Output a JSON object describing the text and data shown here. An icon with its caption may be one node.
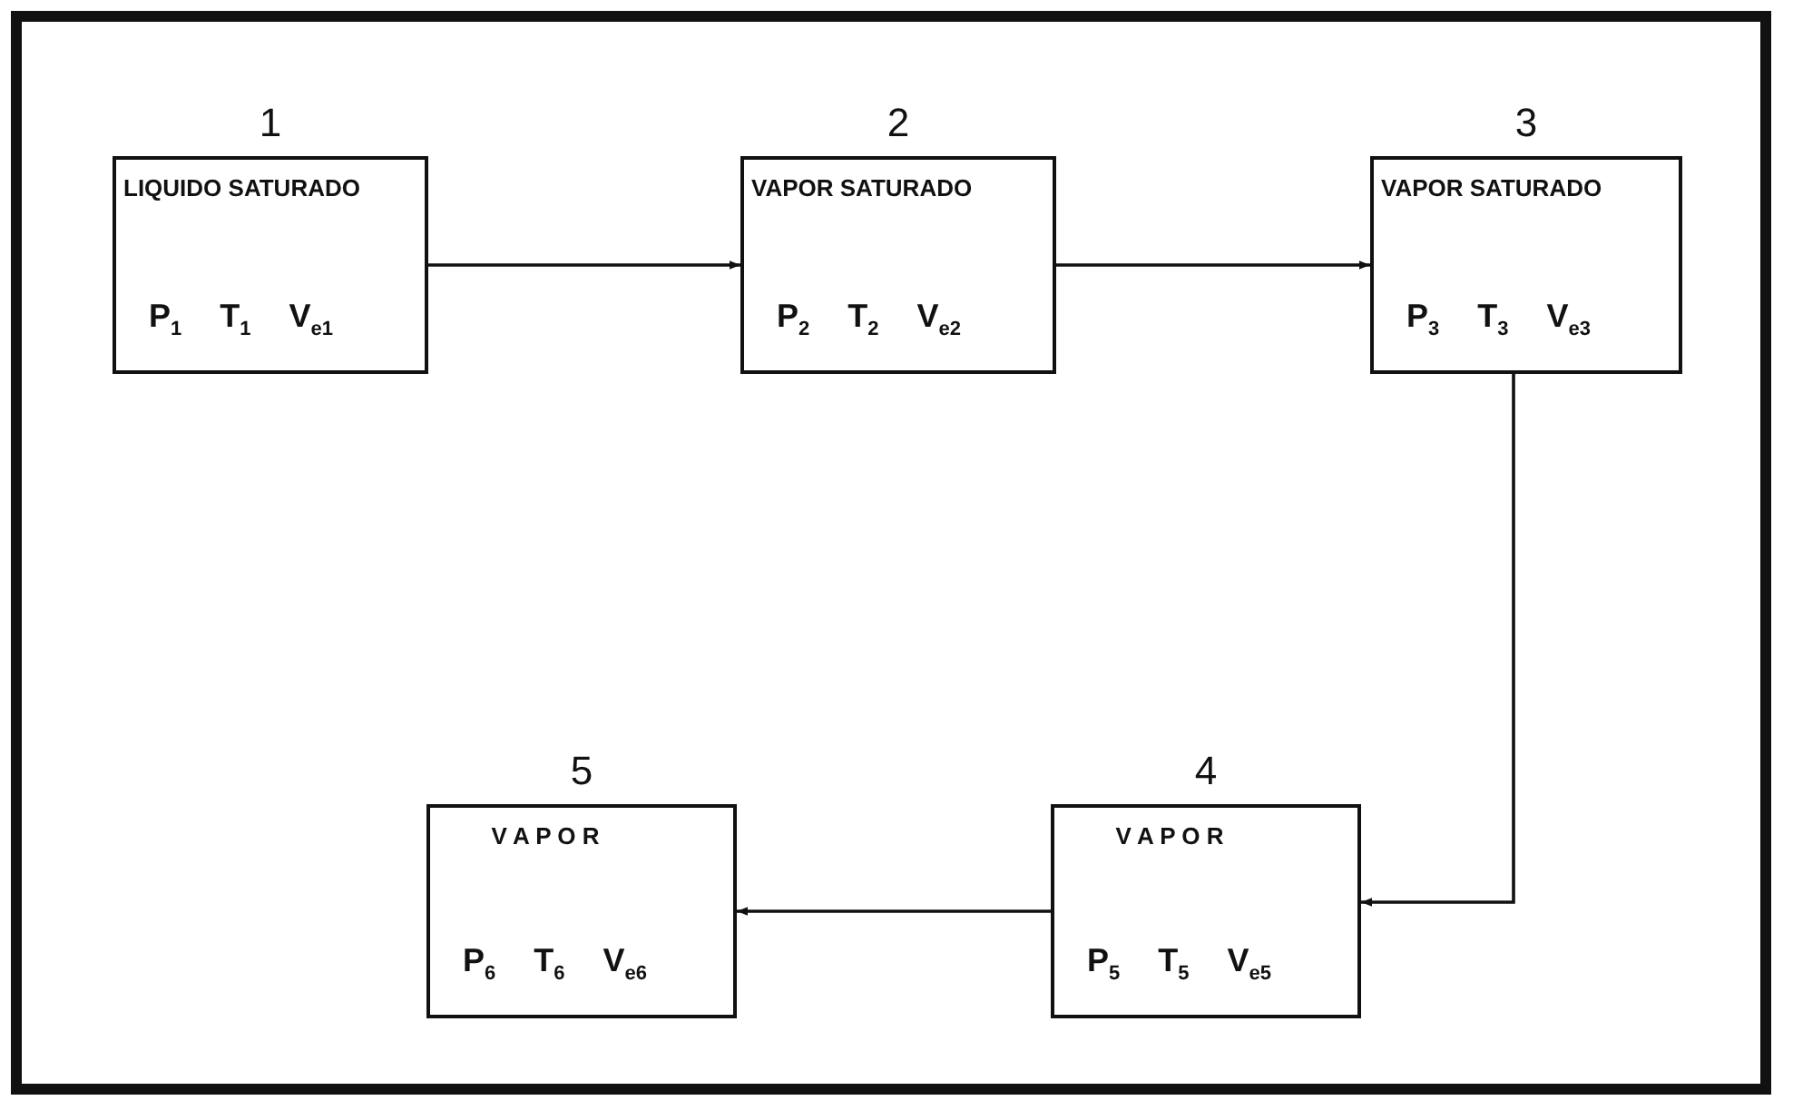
{
  "diagram": {
    "nodes": [
      {
        "text": [
          "1",
          "LIQUIDO SATURADO",
          "P$_{1}$ T$_{1}$ V$_{e1}$"
        ]
      },
      {
        "text": [
          "2",
          "VAPOR SATURADO",
          "P$_{2}$ T$_{2}$ V$_{e2}$"
        ]
      },
      {
        "text": [
          "3",
          "VAPOR SATURADO",
          "P$_{3}$ T$_{3}$ V$_{e3}$"
        ]
      },
      {
        "text": [
          "4",
          "V A P O R",
          "P$_{5}$ T$_{5}$ V$_{e5}$"
        ]
      },
      {
        "text": [
          "5",
          "V A P O R",
          "P$_{6}$ T$_{6}$ V$_{e6}$"
        ]
      }
    ],
    "edges": [
      {
        "from": 0,
        "to": 1,
        "arrow": "to"
      },
      {
        "from": 1,
        "to": 2,
        "arrow": "to"
      },
      {
        "from": 2,
        "to": 3,
        "arrow": "to"
      },
      {
        "from": 3,
        "to": 4,
        "arrow": "to"
      }
    ]
  }
}
